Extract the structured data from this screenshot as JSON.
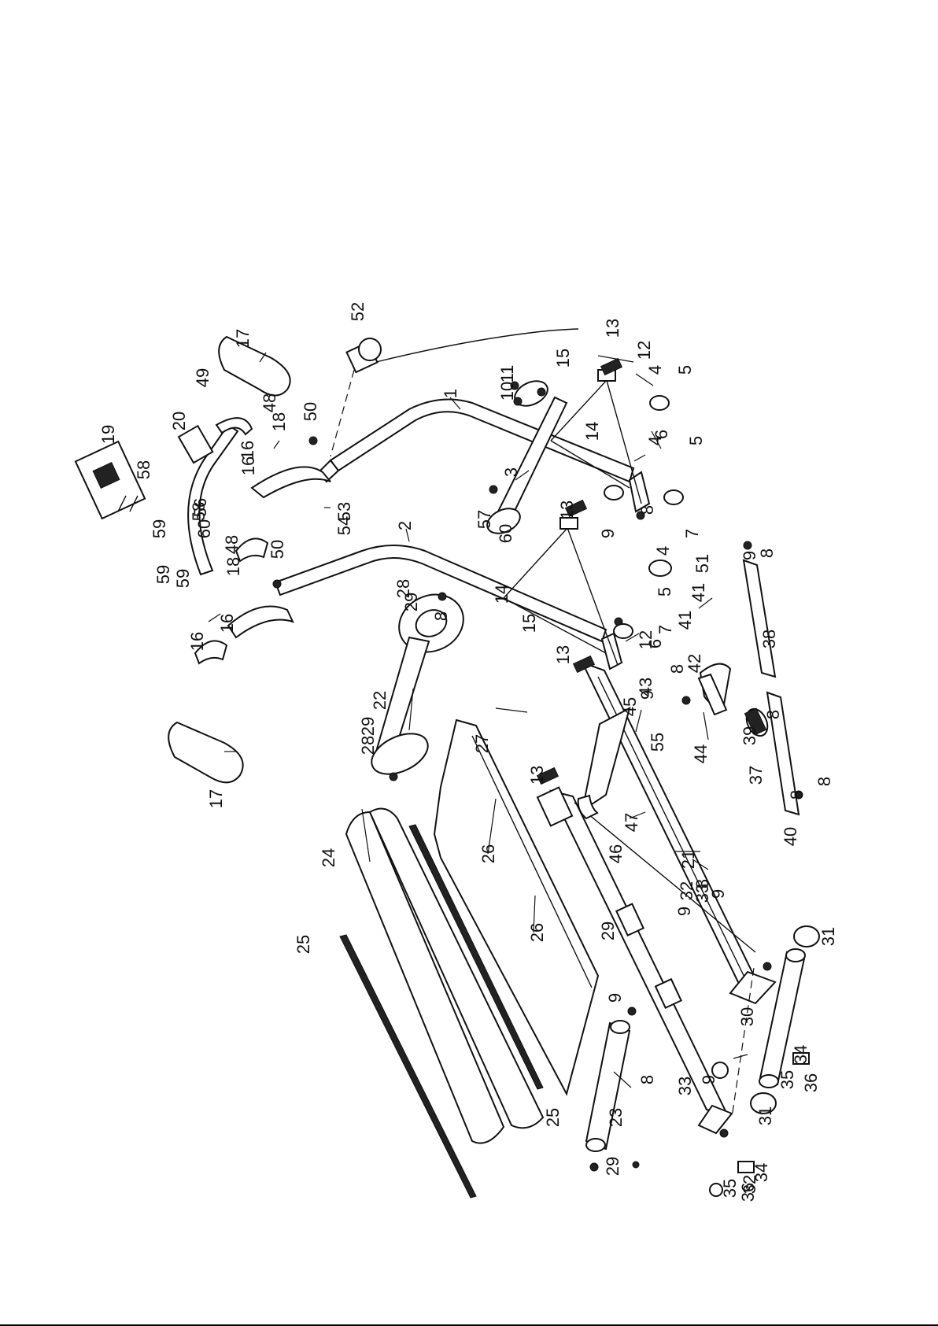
{
  "callouts": [
    {
      "label": "1"
    },
    {
      "label": "2"
    },
    {
      "label": "3"
    },
    {
      "label": "4"
    },
    {
      "label": "4"
    },
    {
      "label": "4"
    },
    {
      "label": "5"
    },
    {
      "label": "5"
    },
    {
      "label": "5"
    },
    {
      "label": "6"
    },
    {
      "label": "6"
    },
    {
      "label": "7"
    },
    {
      "label": "7"
    },
    {
      "label": "8"
    },
    {
      "label": "8"
    },
    {
      "label": "8"
    },
    {
      "label": "8"
    },
    {
      "label": "8"
    },
    {
      "label": "8"
    },
    {
      "label": "8"
    },
    {
      "label": "8"
    },
    {
      "label": "8"
    },
    {
      "label": "9"
    },
    {
      "label": "9"
    },
    {
      "label": "9"
    },
    {
      "label": "9"
    },
    {
      "label": "9"
    },
    {
      "label": "9"
    },
    {
      "label": "9"
    },
    {
      "label": "10"
    },
    {
      "label": "11"
    },
    {
      "label": "12"
    },
    {
      "label": "12"
    },
    {
      "label": "13"
    },
    {
      "label": "13"
    },
    {
      "label": "13"
    },
    {
      "label": "13"
    },
    {
      "label": "14"
    },
    {
      "label": "14"
    },
    {
      "label": "15"
    },
    {
      "label": "15"
    },
    {
      "label": "16"
    },
    {
      "label": "16"
    },
    {
      "label": "16"
    },
    {
      "label": "16"
    },
    {
      "label": "17"
    },
    {
      "label": "17"
    },
    {
      "label": "18"
    },
    {
      "label": "18"
    },
    {
      "label": "19"
    },
    {
      "label": "20"
    },
    {
      "label": "21"
    },
    {
      "label": "22"
    },
    {
      "label": "23"
    },
    {
      "label": "24"
    },
    {
      "label": "25"
    },
    {
      "label": "25"
    },
    {
      "label": "26"
    },
    {
      "label": "26"
    },
    {
      "label": "27"
    },
    {
      "label": "28"
    },
    {
      "label": "28"
    },
    {
      "label": "29"
    },
    {
      "label": "29"
    },
    {
      "label": "29"
    },
    {
      "label": "29"
    },
    {
      "label": "30"
    },
    {
      "label": "31"
    },
    {
      "label": "31"
    },
    {
      "label": "32"
    },
    {
      "label": "32"
    },
    {
      "label": "33"
    },
    {
      "label": "33"
    },
    {
      "label": "34"
    },
    {
      "label": "34"
    },
    {
      "label": "35"
    },
    {
      "label": "35"
    },
    {
      "label": "36"
    },
    {
      "label": "36"
    },
    {
      "label": "37"
    },
    {
      "label": "38"
    },
    {
      "label": "39"
    },
    {
      "label": "40"
    },
    {
      "label": "41"
    },
    {
      "label": "41"
    },
    {
      "label": "42"
    },
    {
      "label": "43"
    },
    {
      "label": "44"
    },
    {
      "label": "45"
    },
    {
      "label": "46"
    },
    {
      "label": "47"
    },
    {
      "label": "48"
    },
    {
      "label": "48"
    },
    {
      "label": "49"
    },
    {
      "label": "50"
    },
    {
      "label": "50"
    },
    {
      "label": "51"
    },
    {
      "label": "52"
    },
    {
      "label": "53"
    },
    {
      "label": "54"
    },
    {
      "label": "55"
    },
    {
      "label": "56"
    },
    {
      "label": "57"
    },
    {
      "label": "58"
    },
    {
      "label": "58"
    },
    {
      "label": "59"
    },
    {
      "label": "59"
    },
    {
      "label": "59"
    },
    {
      "label": "60"
    },
    {
      "label": "60"
    }
  ]
}
